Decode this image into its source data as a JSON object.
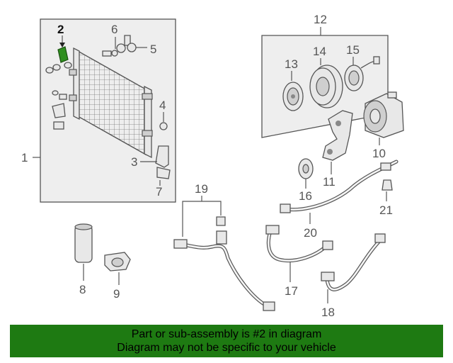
{
  "diagram": {
    "highlight_color": "#2f8f1f",
    "highlighted_callout": "2",
    "callouts": {
      "c1": "1",
      "c2": "2",
      "c3": "3",
      "c4": "4",
      "c5": "5",
      "c6": "6",
      "c7": "7",
      "c8": "8",
      "c9": "9",
      "c10": "10",
      "c11": "11",
      "c12": "12",
      "c13": "13",
      "c14": "14",
      "c15": "15",
      "c16": "16",
      "c17": "17",
      "c18": "18",
      "c19": "19",
      "c20": "20",
      "c21": "21"
    }
  },
  "banner": {
    "line1": "Part or sub-assembly is #2 in diagram",
    "line2": "Diagram may not be specific to your vehicle",
    "background": "#1e7a12"
  }
}
